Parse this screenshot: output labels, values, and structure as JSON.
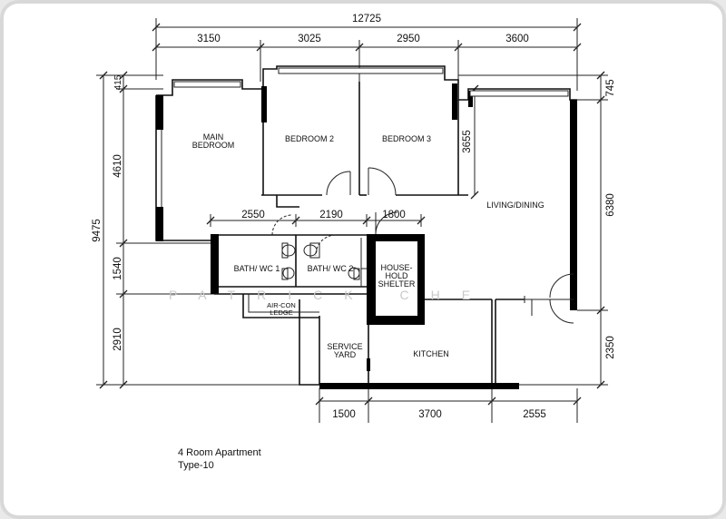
{
  "dimensions": {
    "overall_width": "12725",
    "top_segments": [
      "3150",
      "3025",
      "2950",
      "3600"
    ],
    "inner_segments": [
      "2550",
      "2190",
      "1800"
    ],
    "bottom_segments": [
      "1500",
      "3700",
      "2555"
    ],
    "left_total": "9475",
    "left_segments": [
      "415",
      "4610",
      "1540",
      "2910"
    ],
    "right_segments": [
      "745",
      "6380",
      "2350"
    ],
    "bedroom3_depth": "3655"
  },
  "rooms": {
    "main_bedroom": [
      "MAIN",
      "BEDROOM"
    ],
    "bedroom2": "BEDROOM 2",
    "bedroom3": "BEDROOM 3",
    "living_dining": "LIVING/DINING",
    "bath1": "BATH/ WC 1",
    "bath2": "BATH/ WC 2",
    "household_shelter": [
      "HOUSE-",
      "HOLD",
      "SHELTER"
    ],
    "aircon_ledge": [
      "AIR-CON",
      "LEDGE"
    ],
    "service_yard": [
      "SERVICE",
      "YARD"
    ],
    "kitchen": "KITCHEN"
  },
  "watermark": "PATRICK CHE",
  "caption": {
    "line1": "4 Room Apartment",
    "line2": "Type-10"
  }
}
